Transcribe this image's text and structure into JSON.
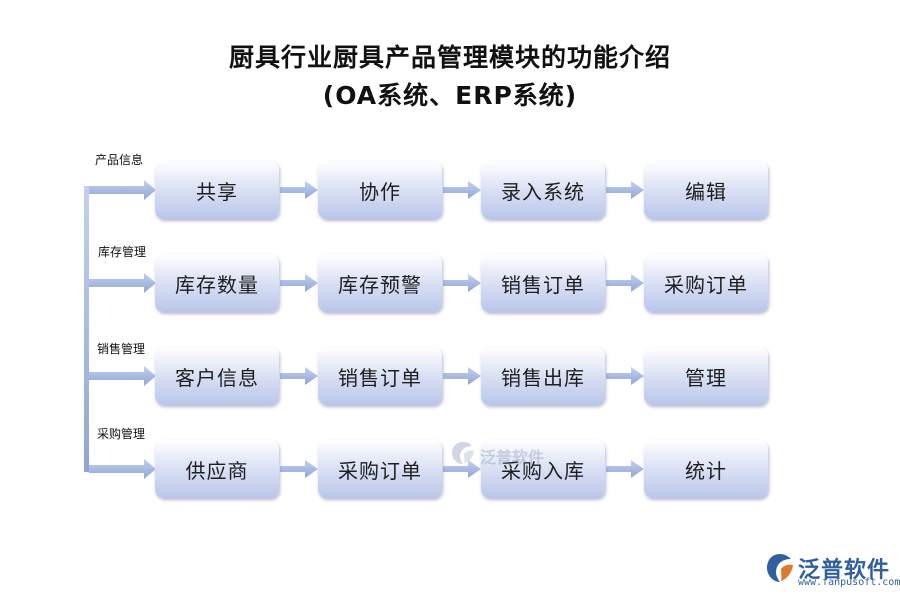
{
  "title": {
    "line1": "厨具行业厨具产品管理模块的功能介绍",
    "line2": "(OA系统、ERP系统)"
  },
  "rows": [
    {
      "label": "产品信息",
      "boxes": [
        "共享",
        "协作",
        "录入系统",
        "编辑"
      ]
    },
    {
      "label": "库存管理",
      "boxes": [
        "库存数量",
        "库存预警",
        "销售订单",
        "采购订单"
      ]
    },
    {
      "label": "销售管理",
      "boxes": [
        "客户信息",
        "销售订单",
        "销售出库",
        "管理"
      ]
    },
    {
      "label": "采购管理",
      "boxes": [
        "供应商",
        "采购订单",
        "采购入库",
        "统计"
      ]
    }
  ],
  "watermark": {
    "text": "泛普软件"
  },
  "logo": {
    "brand": "泛普软件",
    "url": "www.fanpusoft.com"
  },
  "colors": {
    "arrow": "#a3b7df",
    "box_bottom": "#b9c6ea",
    "logo": "#2f5f9e"
  }
}
